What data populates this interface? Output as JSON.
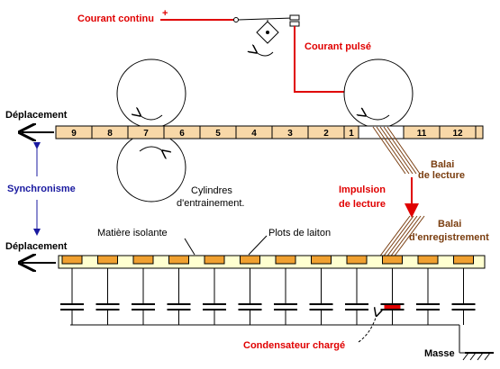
{
  "labels": {
    "courant_continu": "Courant continu",
    "plus_sign": "+",
    "courant_pulse": "Courant pulsé",
    "deplacement_top": "Déplacement",
    "deplacement_bottom": "Déplacement",
    "synchronisme": "Synchronisme",
    "cylindres_1": "Cylindres",
    "cylindres_2": "d'entrainement.",
    "impulsion_1": "Impulsion",
    "impulsion_2": "de lecture",
    "balai_lecture_1": "Balai",
    "balai_lecture_2": "de lecture",
    "balai_enreg_1": "Balai",
    "balai_enreg_2": "d'enregistrement",
    "matiere_isolante": "Matière isolante",
    "plots_de_laiton": "Plots de laiton",
    "condensateur": "Condensateur chargé",
    "masse": "Masse"
  },
  "tape_numbers": [
    "9",
    "8",
    "7",
    "6",
    "5",
    "4",
    "3",
    "2",
    "1",
    "",
    "11",
    "12"
  ],
  "plot_count": 12,
  "colors": {
    "red": "#e00000",
    "blue": "#1a1aa0",
    "brown": "#7a3e10",
    "tape_fill": "#f8d8a8",
    "plot_fill": "#f0a030",
    "insulator_fill": "#ffffd0"
  }
}
